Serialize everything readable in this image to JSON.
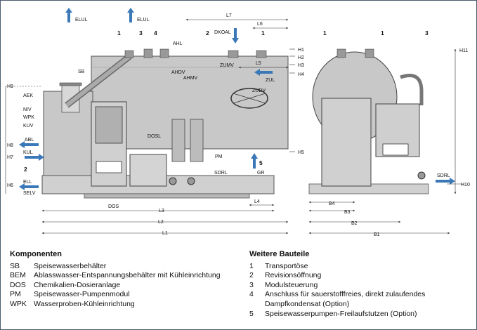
{
  "components": {
    "heading": "Komponenten",
    "items": [
      {
        "code": "SB",
        "text": "Speisewasserbehälter"
      },
      {
        "code": "BEM",
        "text": "Ablasswasser-Entspannungsbehälter mit Kühleinrichtung"
      },
      {
        "code": "DOS",
        "text": "Chemikalien-Dosieranlage"
      },
      {
        "code": "PM",
        "text": "Speisewasser-Pumpenmodul"
      },
      {
        "code": "WPK",
        "text": "Wasserproben-Kühleinrichtung"
      }
    ]
  },
  "further_parts": {
    "heading": "Weitere Bauteile",
    "items": [
      {
        "code": "1",
        "text": "Transportöse"
      },
      {
        "code": "2",
        "text": "Revisionsöffnung"
      },
      {
        "code": "3",
        "text": "Modulsteuerung"
      },
      {
        "code": "4",
        "text": "Anschluss für sauerstofffreies, direkt zulaufendes Dampfkondensat (Option)"
      },
      {
        "code": "5",
        "text": "Speisewasserpumpen-Freilaufstutzen (Option)"
      }
    ]
  },
  "front_view": {
    "connections": {
      "elul_left": "ELUL",
      "elul_right": "ELUL",
      "ahl": "AHL",
      "dkoal": "DKOAL",
      "ahdv": "AHDV",
      "ahmv": "AHMV",
      "zumv": "ZUMV",
      "zul": "ZUL",
      "zudv": "ZUDV",
      "abl": "ABL",
      "kul": "KUL",
      "ell": "ELL",
      "selv": "SELV",
      "sdrl": "SDRL",
      "kuv": "KUV",
      "aek": "AEK",
      "niv": "NIV",
      "wpk": "WPK",
      "dosl": "DOSL",
      "sb": "SB",
      "pm": "PM",
      "gr": "GR",
      "dos": "DOS"
    },
    "callouts": {
      "c1a": "1",
      "c3": "3",
      "c4": "4",
      "c2a": "2",
      "c1b": "1",
      "c2b": "2",
      "c5": "5"
    },
    "heights": {
      "h1": "H1",
      "h2": "H2",
      "h3": "H3",
      "h4": "H4",
      "h5": "H5",
      "h6": "H6",
      "h7": "H7",
      "h8": "H8",
      "h9": "H9"
    },
    "lengths": {
      "l1": "L1",
      "l2": "L2",
      "l3": "L3",
      "l4": "L4",
      "l5": "L5",
      "l6": "L6",
      "l7": "L7"
    }
  },
  "side_view": {
    "callouts": {
      "c1a": "1",
      "c1b": "1",
      "c3": "3"
    },
    "connections": {
      "sdrl": "SDRL"
    },
    "heights": {
      "h10": "H10",
      "h11": "H11"
    },
    "widths": {
      "b1": "B1",
      "b2": "B2",
      "b3": "B3",
      "b4": "B4"
    }
  },
  "colors": {
    "tank": "#c8c8c8",
    "frame_lines": "#4a5a6a",
    "dim_lines": "#333333",
    "arrow_blue": "#3a78b8"
  }
}
